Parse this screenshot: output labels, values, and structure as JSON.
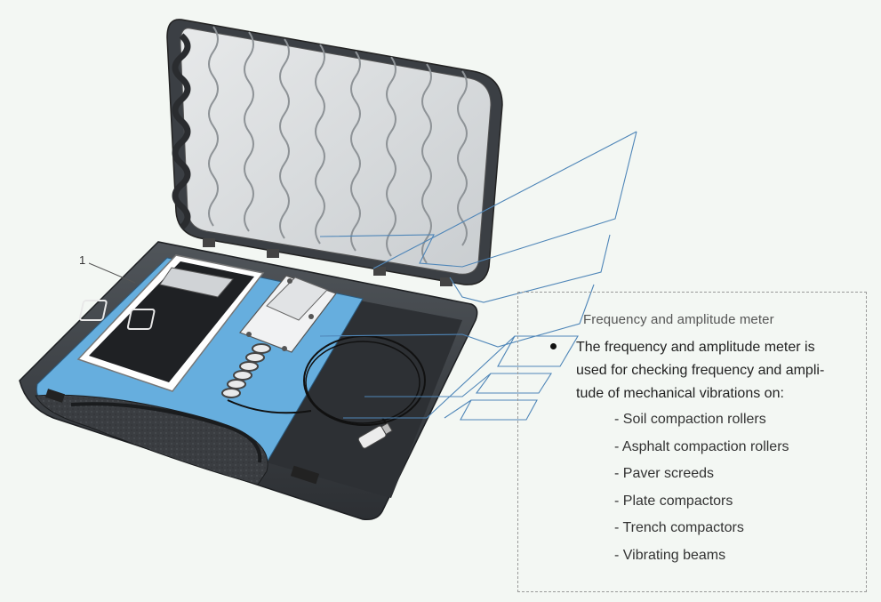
{
  "callout_number": "1",
  "info": {
    "heading": "Frequency and amplitude meter",
    "description_lines": [
      "The frequency and amplitude meter is",
      "used for checking frequency and ampli-",
      "tude of mechanical vibrations on:"
    ],
    "applications": [
      "- Soil compaction rollers",
      "- Asphalt compaction rollers",
      "- Paver screeds",
      "- Plate compactors",
      "- Trench compactors",
      "- Vibrating beams"
    ]
  },
  "colors": {
    "background": "#f3f7f3",
    "case_dark": "#3b3f44",
    "foam_light": "#dcdfe1",
    "foam_shadow": "#4a4d50",
    "tray_blue": "#66aede",
    "leader_blue": "#4f86b8"
  }
}
